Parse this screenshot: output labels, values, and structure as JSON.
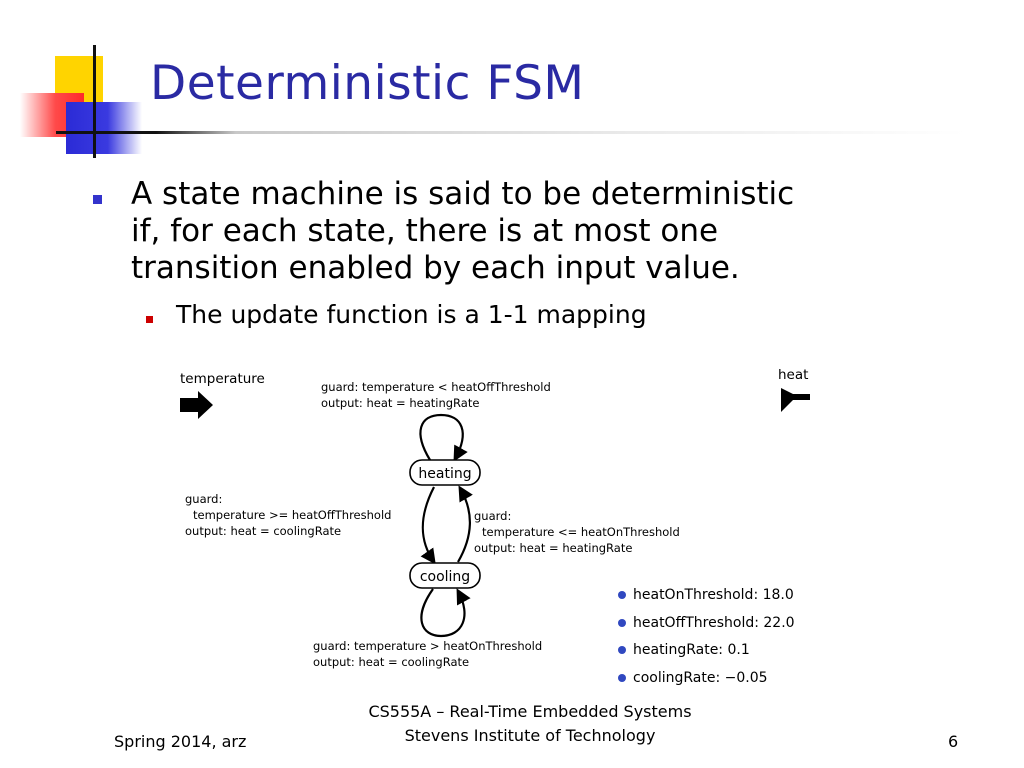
{
  "slide": {
    "title": "Deterministic FSM",
    "bullets": [
      {
        "lines": [
          "A state machine is said to be deterministic",
          "if, for each state, there is at most one",
          "transition enabled by each input value."
        ],
        "sub": [
          "The update function is a 1-1 mapping"
        ]
      }
    ]
  },
  "diagram": {
    "input_port": "temperature",
    "output_port": "heat",
    "states": [
      "heating",
      "cooling"
    ],
    "transitions": {
      "heating_self": [
        "guard: temperature < heatOffThreshold",
        "output: heat = heatingRate"
      ],
      "heating_to_cooling": [
        "guard:",
        "temperature >= heatOffThreshold",
        "output: heat = coolingRate"
      ],
      "cooling_to_heating": [
        "guard:",
        "temperature <= heatOnThreshold",
        "output: heat = heatingRate"
      ],
      "cooling_self": [
        "guard: temperature > heatOnThreshold",
        "output: heat = coolingRate"
      ]
    },
    "parameters": [
      "heatOnThreshold: 18.0",
      "heatOffThreshold: 22.0",
      "heatingRate: 0.1",
      "coolingRate: −0.05"
    ]
  },
  "footer": {
    "left": "Spring 2014, arz",
    "center_line1": "CS555A – Real-Time Embedded Systems",
    "center_line2": "Stevens Institute of Technology",
    "page_number": "6"
  },
  "colors": {
    "title": "#2a2aa3",
    "bullet_level1": "#3333cc",
    "bullet_level2": "#cc0000",
    "parameter_dot": "#3048c0"
  }
}
